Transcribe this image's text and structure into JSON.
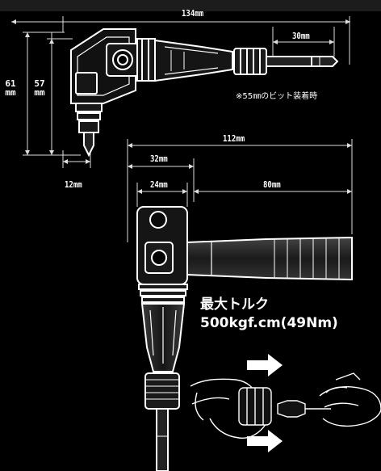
{
  "dims": {
    "overall_length": "134mm",
    "bit_length": "30mm",
    "height_total_value": "61",
    "height_total_unit": "mm",
    "height_body_value": "57",
    "height_body_unit": "mm",
    "bit_offset": "12mm",
    "handle_total": "112mm",
    "head_width": "32mm",
    "head_inner": "24mm",
    "handle_length": "80mm"
  },
  "note_bit": "※55㎜のビット装着時",
  "torque_title": "最大トルク",
  "torque_value": "500kgf.cm(49Nm)"
}
